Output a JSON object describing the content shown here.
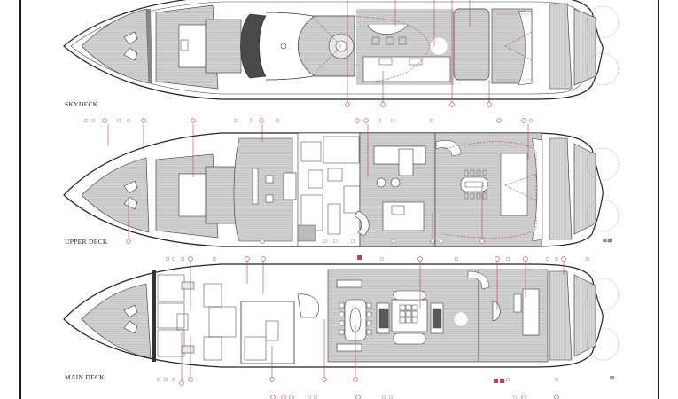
{
  "document": {
    "type": "yacht general arrangement",
    "decks": [
      {
        "id": "skydeck",
        "label": "SKYDECK"
      },
      {
        "id": "upper",
        "label": "UPPER DECK"
      },
      {
        "id": "main",
        "label": "MAIN DECK"
      }
    ]
  },
  "colors": {
    "outline": "#2a2a2a",
    "teak": "#c9c9c9",
    "teak_light": "#dedede",
    "accent_red": "#c0405a",
    "dark_panel": "#4a4a4a",
    "grey_marker": "#8a8a8a"
  },
  "legend_marks": {
    "upper": "⊠⊠",
    "main": "⊠"
  }
}
